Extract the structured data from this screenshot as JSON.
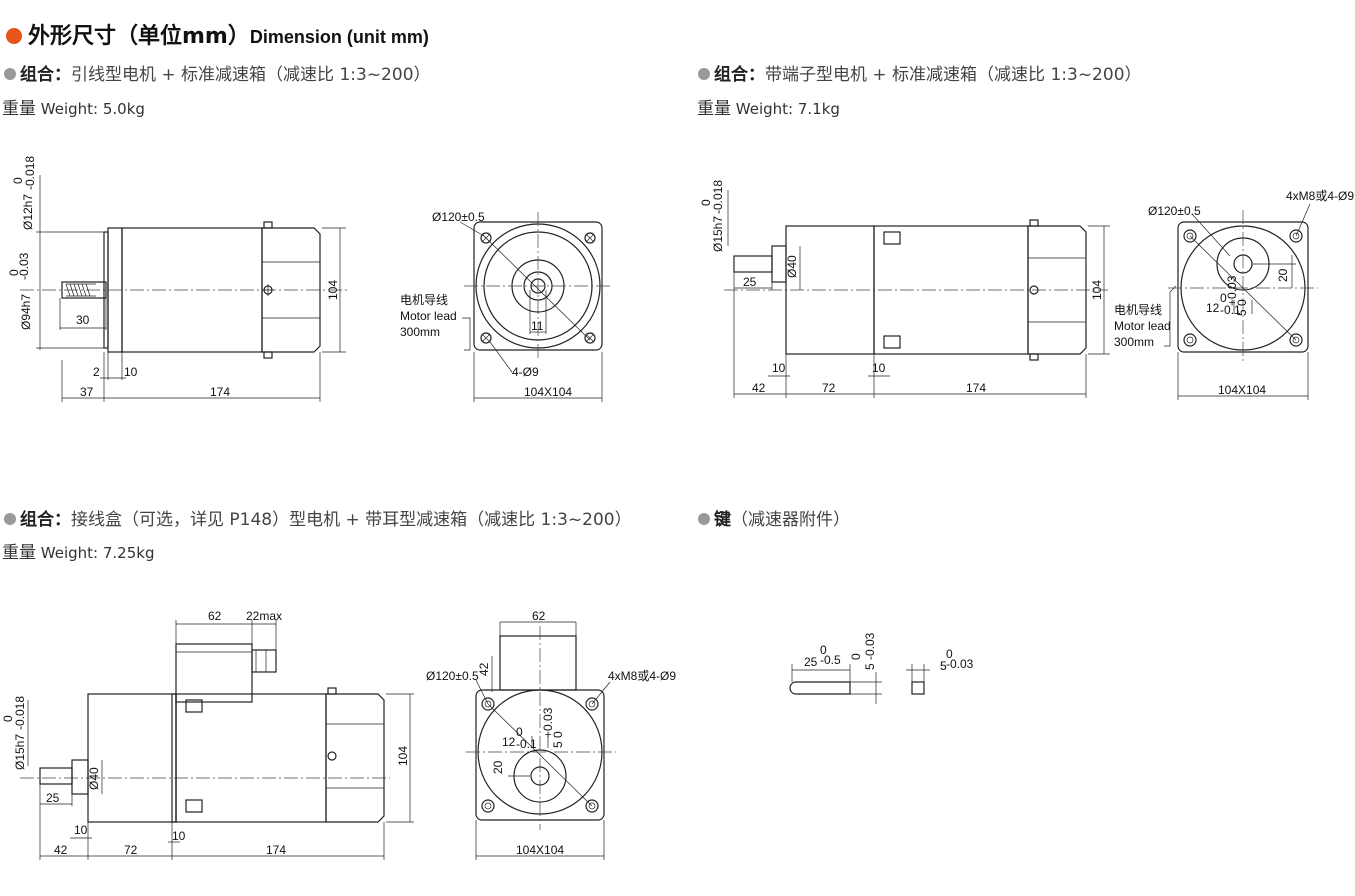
{
  "header": {
    "title_cn": "外形尺寸（单位mm）",
    "title_en": "Dimension (unit mm)"
  },
  "sections": [
    {
      "combo_label": "组合：",
      "combo_text": "引线型电机 + 标准减速箱（减速比 1:3~200）",
      "weight_label": "重量",
      "weight_value": "Weight: 5.0kg"
    },
    {
      "combo_label": "组合：",
      "combo_text": "带端子型电机 + 标准减速箱（减速比 1:3~200）",
      "weight_label": "重量",
      "weight_value": "Weight: 7.1kg"
    },
    {
      "combo_label": "组合：",
      "combo_text": "接线盒（可选，详见 P148）型电机 + 带耳型减速箱（减速比 1:3~200）",
      "weight_label": "重量",
      "weight_value": "Weight: 7.25kg"
    },
    {
      "combo_label": "键",
      "combo_text": "（减速器附件）"
    }
  ],
  "drawing1": {
    "shaft_dia": "Ø12h7",
    "shaft_tol_top": "0",
    "shaft_tol_bot": "-0.018",
    "pilot_dia": "Ø94h7",
    "pilot_tol_top": "0",
    "pilot_tol_bot": "-0.03",
    "key_len": "30",
    "dim_2": "2",
    "dim_10": "10",
    "dim_37": "37",
    "dim_174": "174",
    "height_104": "104",
    "pcd": "Ø120±0.5",
    "lead_cn": "电机导线",
    "lead_en": "Motor lead",
    "lead_len": "300mm",
    "key_11": "11",
    "holes": "4-Ø9",
    "flange": "104X104"
  },
  "drawing2": {
    "shaft_dia": "Ø15h7",
    "shaft_tol_top": "0",
    "shaft_tol_bot": "-0.018",
    "boss_dia": "Ø40",
    "dim_25": "25",
    "dim_10a": "10",
    "dim_10b": "10",
    "dim_42": "42",
    "dim_72": "72",
    "dim_174": "174",
    "height_104": "104",
    "pcd": "Ø120±0.5",
    "holes": "4xM8或4-Ø9",
    "dim_20": "20",
    "dim_12": "12",
    "tol_12": "-0.1",
    "tol_12_top": "0",
    "dim_5": "5",
    "tol_5_top": "+0.03",
    "tol_5_bot": "0",
    "lead_cn": "电机导线",
    "lead_en": "Motor lead",
    "lead_len": "300mm",
    "flange": "104X104"
  },
  "drawing3": {
    "box_62": "62",
    "box_22": "22max",
    "shaft_dia": "Ø15h7",
    "shaft_tol_top": "0",
    "shaft_tol_bot": "-0.018",
    "boss_dia": "Ø40",
    "dim_25": "25",
    "dim_10a": "10",
    "dim_10b": "10",
    "dim_42": "42",
    "dim_72": "72",
    "dim_174": "174",
    "height_104": "104",
    "front_62": "62",
    "front_42": "42",
    "pcd": "Ø120±0.5",
    "holes": "4xM8或4-Ø9",
    "dim_12": "12",
    "tol_12": "-0.1",
    "tol_12_top": "0",
    "dim_5": "5",
    "tol_5_top": "+0.03",
    "tol_5_bot": "0",
    "dim_20": "20",
    "flange": "104X104"
  },
  "key": {
    "len": "25",
    "len_tol_top": "0",
    "len_tol_bot": "-0.5",
    "h": "5",
    "h_tol_top": "0",
    "h_tol_bot": "-0.03",
    "w": "5",
    "w_tol_top": "0",
    "w_tol_bot": "-0.03"
  }
}
